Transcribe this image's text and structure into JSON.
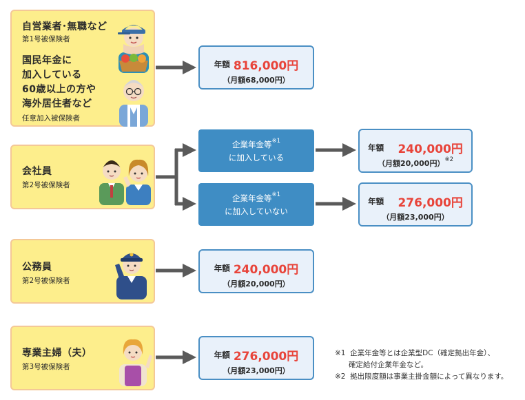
{
  "categories": [
    {
      "title": "自営業者･無職など",
      "sub": "第1号被保険者",
      "extra_lines": [
        "国民年金に",
        "加入している",
        "60歳以上の方や",
        "海外居住者など"
      ],
      "extra_sub": "任意加入被保険者"
    },
    {
      "title": "会社員",
      "sub": "第2号被保険者"
    },
    {
      "title": "公務員",
      "sub": "第2号被保険者"
    },
    {
      "title": "専業主婦（夫）",
      "sub": "第3号被保険者"
    }
  ],
  "branches": [
    {
      "line1": "企業年金等",
      "sup": "※1",
      "line2": "に加入している"
    },
    {
      "line1": "企業年金等",
      "sup": "※1",
      "line2": "に加入していない"
    }
  ],
  "results": [
    {
      "label": "年額",
      "amount": "816,000円",
      "monthly": "（月額68,000円）",
      "note": ""
    },
    {
      "label": "年額",
      "amount": "240,000円",
      "monthly": "（月額20,000円）",
      "note": "※2"
    },
    {
      "label": "年額",
      "amount": "276,000円",
      "monthly": "（月額23,000円）",
      "note": ""
    },
    {
      "label": "年額",
      "amount": "240,000円",
      "monthly": "（月額20,000円）",
      "note": ""
    },
    {
      "label": "年額",
      "amount": "276,000円",
      "monthly": "（月額23,000円）",
      "note": ""
    }
  ],
  "notes": [
    {
      "mark": "※1",
      "lines": [
        "企業年金等とは企業型DC（確定拠出年金）、",
        "確定給付企業年金など。"
      ]
    },
    {
      "mark": "※2",
      "lines": [
        "拠出限度額は事業主掛金額によって異なります。"
      ]
    }
  ],
  "colors": {
    "category_fill": "#fdee8c",
    "category_border": "#f4c897",
    "result_fill": "#e9f1fa",
    "result_border": "#4a8fc4",
    "branch_fill": "#3f8dc4",
    "amount_red": "#e8443a",
    "arrow": "#5a5a5a"
  }
}
